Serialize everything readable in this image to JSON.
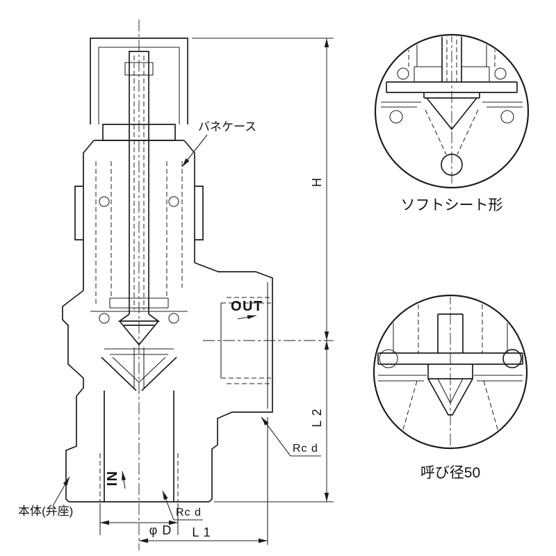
{
  "page": {
    "background": "#ffffff",
    "line_color": "#1c1c1c",
    "text_color": "#111111"
  },
  "main_view": {
    "callouts": {
      "spring_case": "バネケース",
      "body_seat": "本体(弁座)",
      "outlet_thread": "Rc d",
      "inlet_thread": "Rc d"
    },
    "ports": {
      "outlet": "OUT",
      "inlet": "IN"
    },
    "dimensions": {
      "height": "H",
      "length_lower": "L 2",
      "length_out": "L 1",
      "bore_diameter": "φ D"
    }
  },
  "detail_views": [
    {
      "caption": "ソフトシート形"
    },
    {
      "caption": "呼び径50"
    }
  ]
}
